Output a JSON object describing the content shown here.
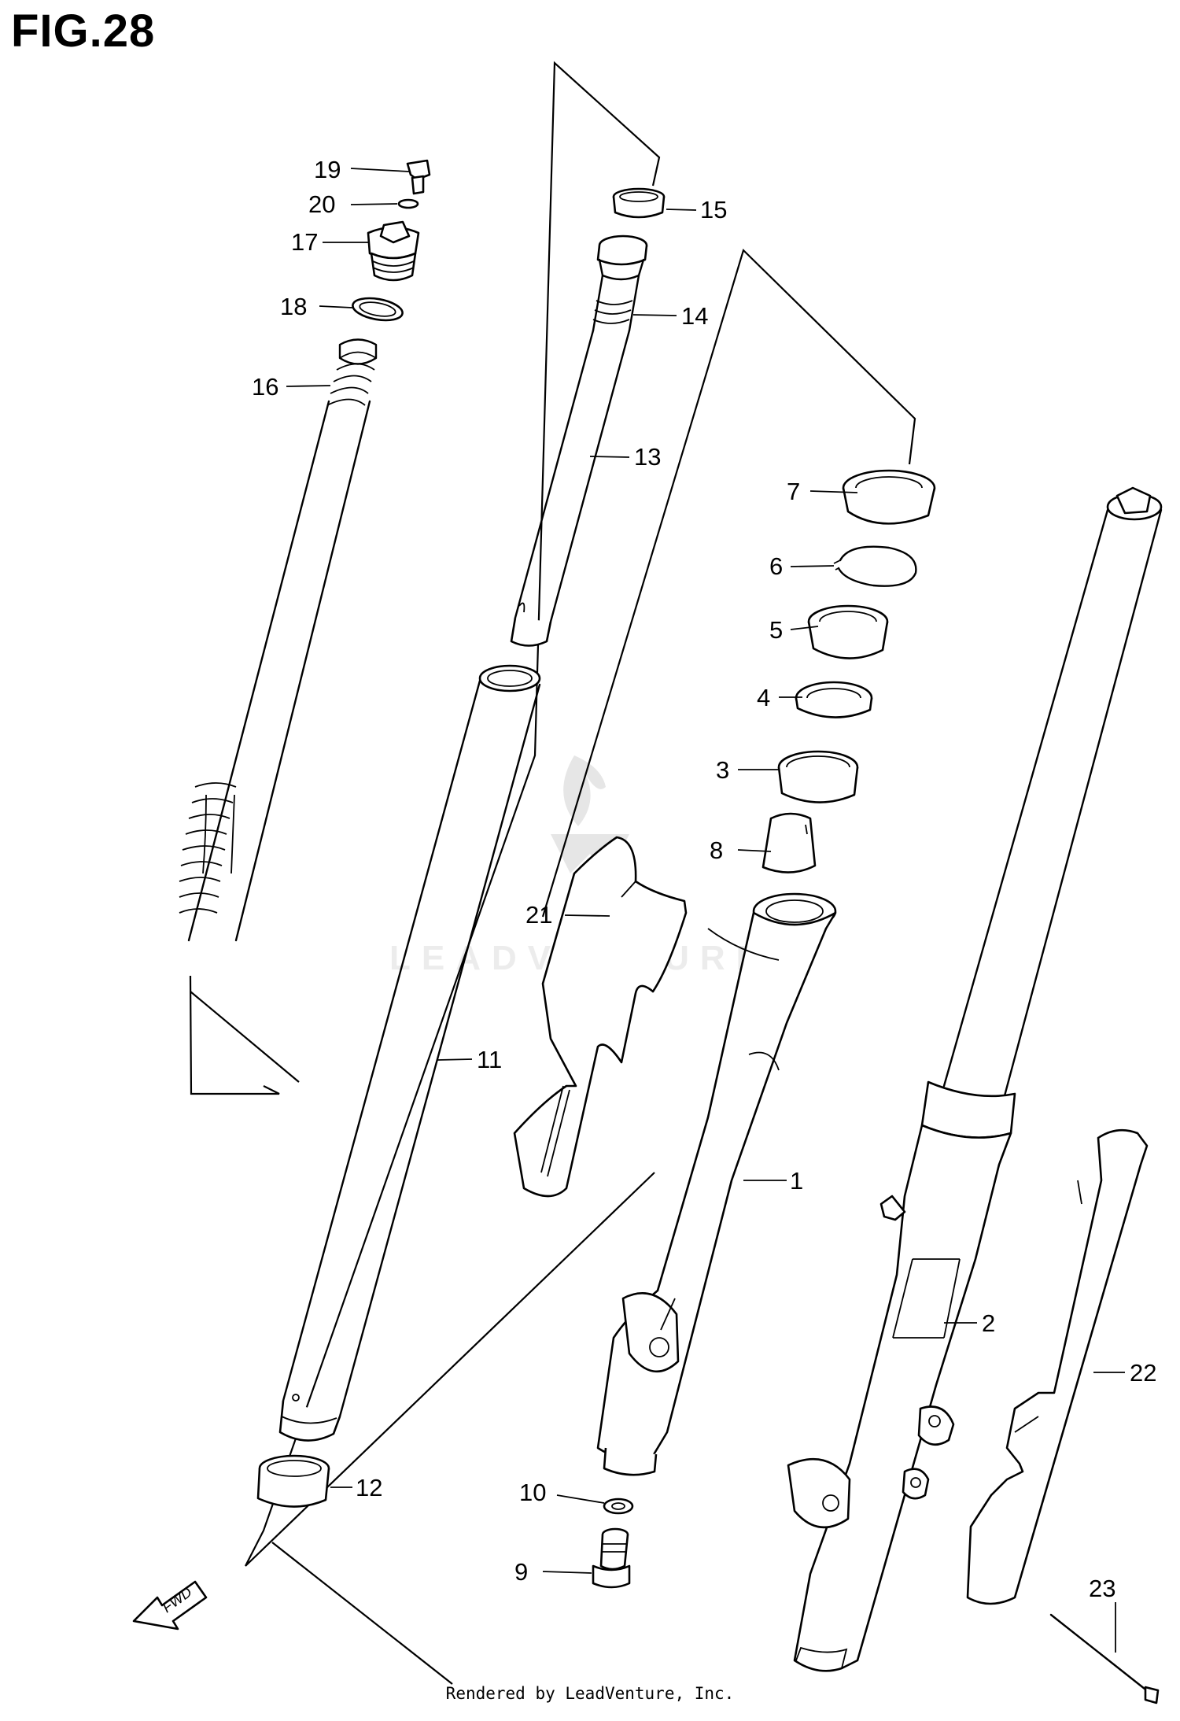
{
  "title": "FIG.28",
  "footer": "Rendered by LeadVenture, Inc.",
  "watermark": "LEADVENTURE",
  "fwd_label": "FWD",
  "callouts": [
    "1",
    "2",
    "3",
    "4",
    "5",
    "6",
    "7",
    "8",
    "9",
    "10",
    "11",
    "12",
    "13",
    "14",
    "15",
    "16",
    "17",
    "18",
    "19",
    "20",
    "21",
    "22",
    "23"
  ]
}
